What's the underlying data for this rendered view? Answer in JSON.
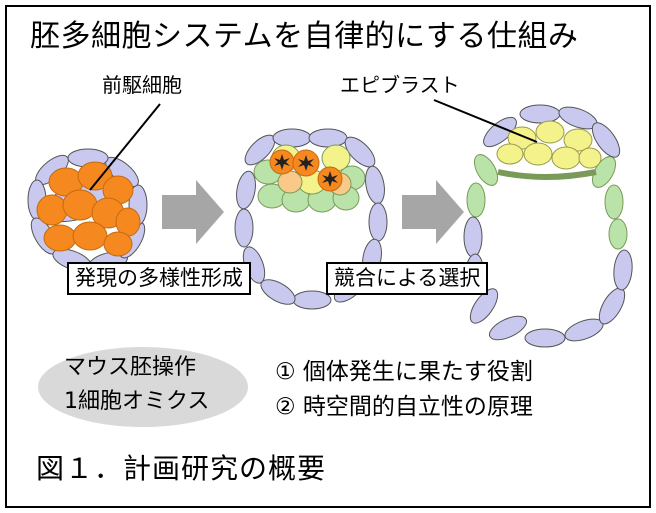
{
  "title": "胚多細胞システムを自律的にする仕組み",
  "labels": {
    "progenitor": "前駆細胞",
    "epiblast": "エピブラスト"
  },
  "stages": {
    "pluripotency": "発現の多様性形成",
    "competition": "競合による選択"
  },
  "methods": {
    "line1": "マウス胚操作",
    "line2": "1細胞オミクス"
  },
  "goals": [
    "① 個体発生に果たす役割",
    "② 時空間的自立性の原理"
  ],
  "caption": "図１．計画研究の概要",
  "colors": {
    "progenitor_orange": "#f5891f",
    "epiblast_yellow": "#f4f28a",
    "light_green": "#b9e3a8",
    "light_orange": "#f9c98a",
    "membrane_purple": "#b9b9ea",
    "arrow_gray": "#a6a6a6",
    "method_bg": "#d9d9d9"
  },
  "icons": [
    "arrow-right-icon",
    "arrow-right-icon",
    "dying-cell-icon"
  ]
}
